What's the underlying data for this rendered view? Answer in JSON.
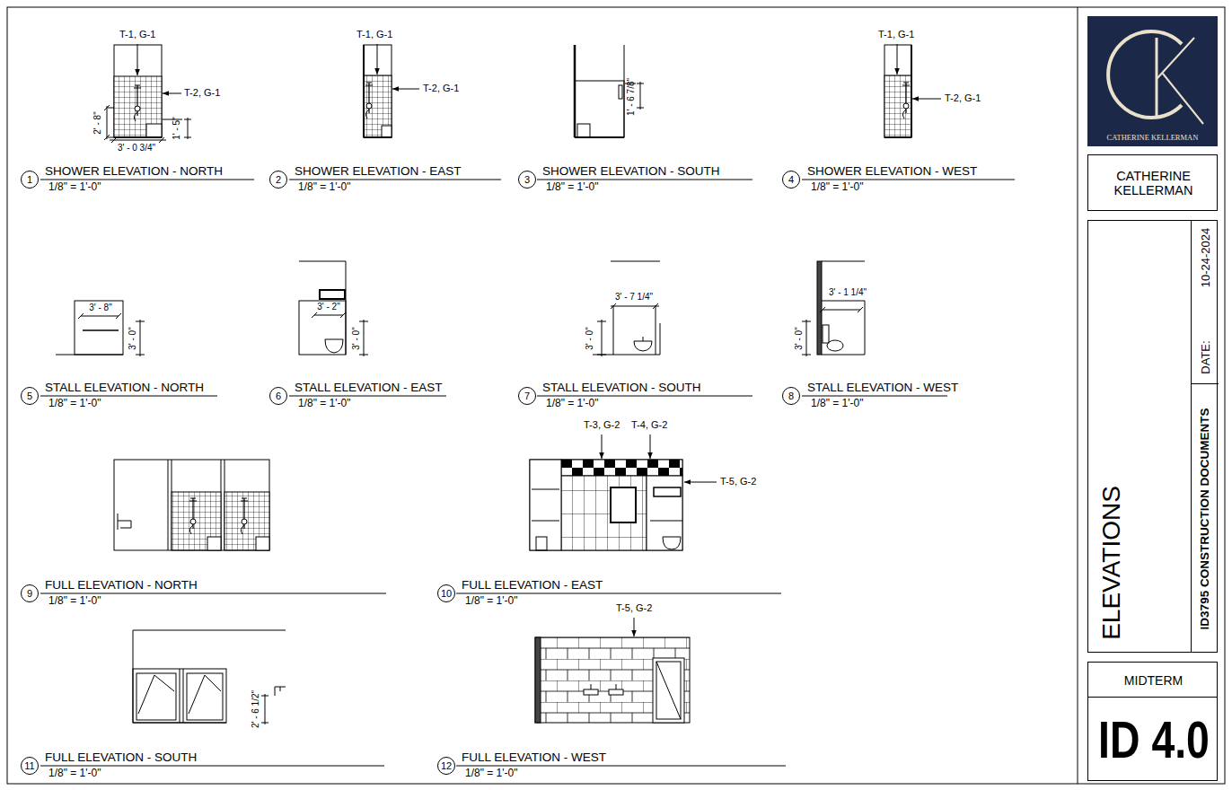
{
  "diagram": {
    "nodes": [
      {
        "text": [
          "CATHERINE KELLERMAN"
        ]
      },
      {
        "text": [
          "CATHERINE KELLERMAN"
        ]
      },
      {
        "text": [
          "ELEVATIONS"
        ]
      },
      {
        "text": [
          "DATE:",
          "10-24-2024"
        ],
        "in": 2
      },
      {
        "text": [
          "ID3795 CONSTRUCTION DOCUMENTS"
        ],
        "in": 2
      },
      {
        "text": [
          "MIDTERM"
        ]
      },
      {
        "text": [
          "ID 4.0"
        ]
      }
    ],
    "labels": [
      "T-1, G-1",
      "T-2, G-1",
      "2' - 8\"",
      "1' - 5\"",
      "3' - 0 3/4\"",
      "1",
      "SHOWER ELEVATION - NORTH",
      "1/8\" = 1'-0\"",
      "T-1, G-1",
      "T-2, G-1",
      "2",
      "SHOWER ELEVATION - EAST",
      "1/8\" = 1'-0\"",
      "1' - 6 7/8\"",
      "3",
      "SHOWER ELEVATION - SOUTH",
      "1/8\" = 1'-0\"",
      "T-1, G-1",
      "T-2, G-1",
      "4",
      "SHOWER ELEVATION - WEST",
      "1/8\" = 1'-0\"",
      "3' - 8\"",
      "3' - 0\"",
      "5",
      "STALL ELEVATION - NORTH",
      "1/8\" = 1'-0\"",
      "3' - 2\"",
      "3' - 0\"",
      "6",
      "STALL ELEVATION - EAST",
      "1/8\" = 1'-0\"",
      "3' - 7 1/4\"",
      "3' - 0\"",
      "7",
      "STALL ELEVATION - SOUTH",
      "1/8\" = 1'-0\"",
      "3' - 1 1/4\"",
      "3' - 0\"",
      "8",
      "STALL ELEVATION - WEST",
      "1/8\" = 1'-0\"",
      "9",
      "FULL ELEVATION - NORTH",
      "1/8\" = 1'-0\"",
      "T-3, G-2",
      "T-4, G-2",
      "T-5, G-2",
      "10",
      "FULL ELEVATION - EAST",
      "1/8\" = 1'-0\"",
      "2' - 6 1/2\"",
      "11",
      "FULL ELEVATION - SOUTH",
      "1/8\" = 1'-0\"",
      "T-5, G-2",
      "12",
      "FULL ELEVATION - WEST",
      "1/8\" = 1'-0\""
    ]
  }
}
